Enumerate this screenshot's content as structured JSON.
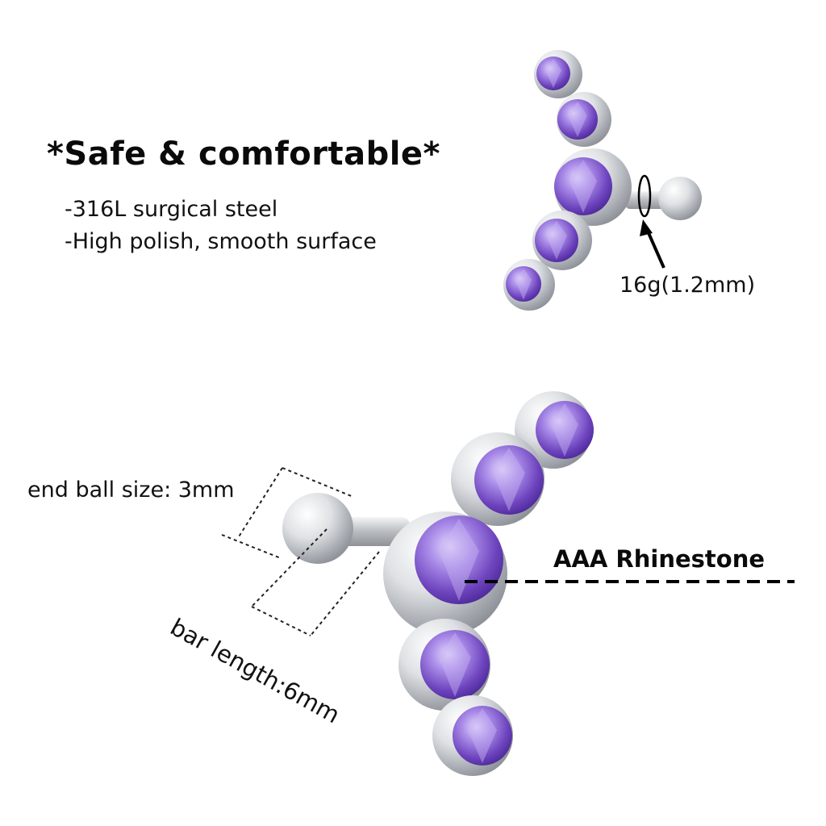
{
  "headline": "*Safe & comfortable*",
  "features": [
    "-316L surgical steel",
    "-High polish, smooth surface"
  ],
  "gauge_label": "16g(1.2mm)",
  "ball_label": "end ball size: 3mm",
  "bar_label": "bar length:6mm",
  "stone_label": "AAA Rhinestone",
  "colors": {
    "stone": "#7a52c9",
    "stone_light": "#c6b3f0",
    "steel": "#c9ccd0",
    "text": "#111111"
  }
}
